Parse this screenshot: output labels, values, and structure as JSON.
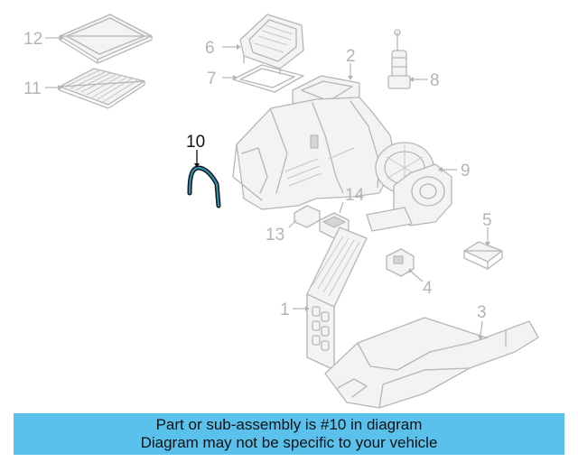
{
  "diagram": {
    "callouts": [
      {
        "id": "c12",
        "text": "12",
        "highlighted": false
      },
      {
        "id": "c11",
        "text": "11",
        "highlighted": false
      },
      {
        "id": "c6",
        "text": "6",
        "highlighted": false
      },
      {
        "id": "c7",
        "text": "7",
        "highlighted": false
      },
      {
        "id": "c2",
        "text": "2",
        "highlighted": false
      },
      {
        "id": "c8",
        "text": "8",
        "highlighted": false
      },
      {
        "id": "c10",
        "text": "10",
        "highlighted": true
      },
      {
        "id": "c9",
        "text": "9",
        "highlighted": false
      },
      {
        "id": "c14",
        "text": "14",
        "highlighted": false
      },
      {
        "id": "c13",
        "text": "13",
        "highlighted": false
      },
      {
        "id": "c5",
        "text": "5",
        "highlighted": false
      },
      {
        "id": "c4",
        "text": "4",
        "highlighted": false
      },
      {
        "id": "c1",
        "text": "1",
        "highlighted": false
      },
      {
        "id": "c3",
        "text": "3",
        "highlighted": false
      }
    ],
    "highlight_color": "#1f6f8b",
    "ghost_color": "#b6b6b6"
  },
  "banner": {
    "line1": "Part or sub-assembly is #10 in diagram",
    "line2": "Diagram may not be specific to your vehicle",
    "background": "#5ac0ec"
  }
}
